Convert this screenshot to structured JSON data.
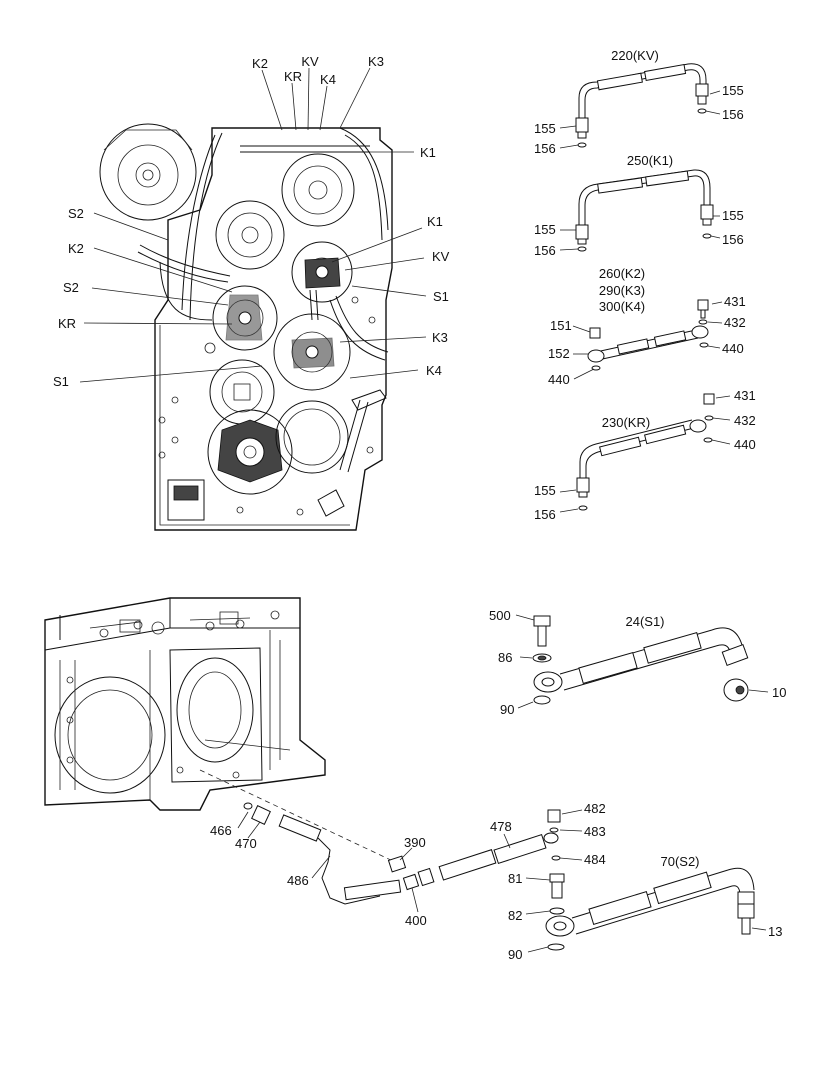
{
  "top_view": {
    "callouts": [
      "K2",
      "KR",
      "KV",
      "K4",
      "K3",
      "K1",
      "S2",
      "K1",
      "K2",
      "KV",
      "S2",
      "S1",
      "KR",
      "K3",
      "S1",
      "K4"
    ]
  },
  "kits": {
    "kv": {
      "title": "220(KV)",
      "parts": [
        "155",
        "156",
        "155",
        "156"
      ]
    },
    "k1": {
      "title": "250(K1)",
      "parts": [
        "155",
        "156",
        "155",
        "156"
      ]
    },
    "k234": {
      "titles": [
        "260(K2)",
        "290(K3)",
        "300(K4)"
      ],
      "parts": [
        "431",
        "432",
        "151",
        "152",
        "440",
        "440"
      ]
    },
    "kr": {
      "title": "230(KR)",
      "parts": [
        "431",
        "432",
        "440",
        "155",
        "156"
      ]
    },
    "s1": {
      "title": "24(S1)",
      "parts": [
        "500",
        "86",
        "90",
        "10"
      ]
    },
    "s2": {
      "title": "70(S2)",
      "parts": [
        "81",
        "82",
        "90",
        "13"
      ]
    },
    "bottom_line": {
      "parts": [
        "466",
        "470",
        "486",
        "390",
        "400",
        "478",
        "482",
        "483",
        "484"
      ]
    }
  }
}
